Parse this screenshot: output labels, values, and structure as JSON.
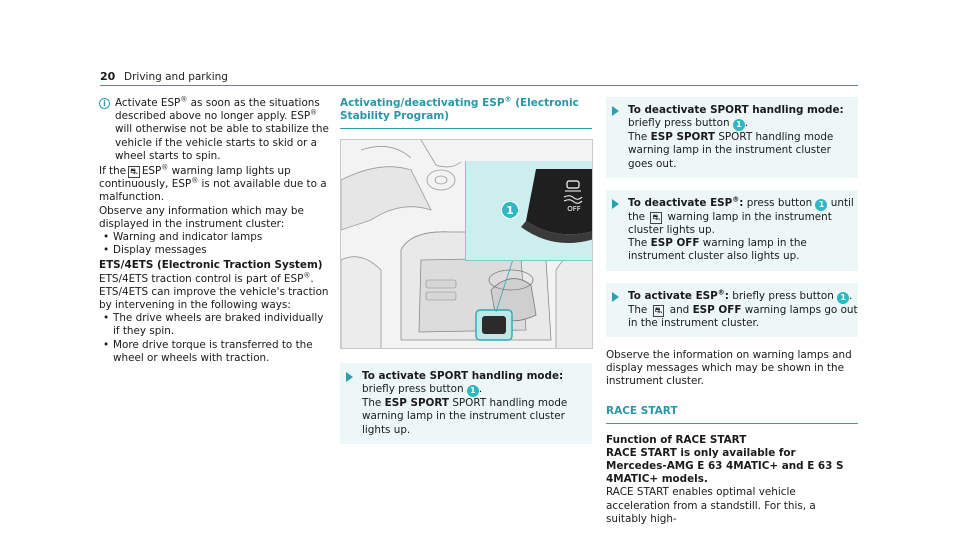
{
  "header": {
    "page_number": "20",
    "title": "Driving and parking"
  },
  "col1": {
    "note_icon": "info-icon",
    "note_text_1": "Activate ESP",
    "note_text_2": " as soon as the situations described above no longer apply. ESP",
    "note_text_3": " will otherwise not be able to stabilize the vehicle if the vehicle starts to skid or a wheel starts to spin.",
    "warn_1": "If the",
    "warn_2": "ESP",
    "warn_3": " warning lamp lights up continuously, ESP",
    "warn_4": " is not available due to a malfunction.",
    "observe": "Observe any information which may be displayed in the instrument cluster:",
    "bullets": [
      "Warning and indicator lamps",
      "Display messages"
    ],
    "ets_heading": "ETS/4ETS (Electronic Traction System)",
    "ets_p1": "ETS/4ETS traction control is part of ESP",
    "ets_p2": "ETS/4ETS can improve the vehicle's traction by intervening in the following ways:",
    "ets_bullets": [
      "The drive wheels are braked individually if they spin.",
      "More drive torque is transferred to the wheel or wheels with traction."
    ],
    "reg": "®"
  },
  "col2": {
    "title_1": "Activating/deactivating ESP",
    "title_2": " (Electronic Stability Program)",
    "callout": "1",
    "off_label": "OFF",
    "step_head": "To activate SPORT handling mode:",
    "step_text_1": " briefly press button",
    "step_text_2": "The ",
    "step_bold": "ESP SPORT",
    "step_text_3": " SPORT handling mode warning lamp in the instrument cluster lights up."
  },
  "col3": {
    "s1_head": "To deactivate SPORT handling mode:",
    "s1_text_1": "briefly press button",
    "s1_text_2": "The ",
    "s1_bold": "ESP SPORT",
    "s1_text_3": " SPORT handling mode warning lamp in the instrument cluster goes out.",
    "s2_head": "To deactivate ESP",
    "s2_text_1": " press button",
    "s2_text_2": " until the",
    "s2_text_3": " warning lamp in the instrument cluster lights up.",
    "s2_text_4": "The ",
    "s2_bold": "ESP OFF",
    "s2_text_5": " warning lamp in the instrument cluster also lights up.",
    "s3_head": "To activate ESP",
    "s3_text_1": " briefly press button",
    "s3_text_2": "The",
    "s3_text_3": " and ",
    "s3_bold": "ESP OFF",
    "s3_text_4": " warning lamps go out in the instrument cluster.",
    "observe": "Observe the information on warning lamps and display messages which may be shown in the instrument cluster.",
    "race_title": "RACE START",
    "race_head_1": "Function of RACE START",
    "race_head_2": "RACE START is only available for Mercedes-AMG E 63 4MATIC+ and E 63 S 4MATIC+ models.",
    "race_text": "RACE START enables optimal vehicle acceleration from a standstill. For this, a suitably high-",
    "one": "1",
    "colon": ":",
    "period": "."
  }
}
